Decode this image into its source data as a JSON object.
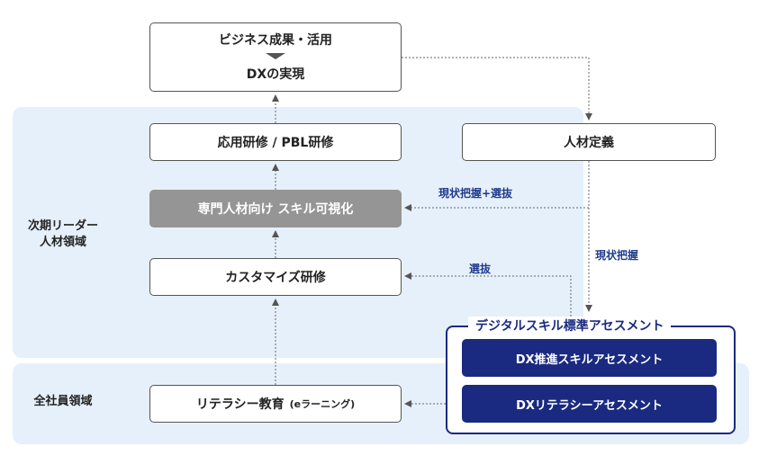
{
  "areas": {
    "leader": "次期リーダー\n人材領域",
    "all_staff": "全社員領域"
  },
  "boxes": {
    "outcome_line1": "ビジネス成果・活用",
    "outcome_line2": "DXの実現",
    "applied_training": "応用研修 / PBL研修",
    "skill_visualization": "専門人材向け スキル可視化",
    "custom_training": "カスタマイズ研修",
    "literacy_education": "リテラシー教育",
    "literacy_education_sub": "(eラーニング)",
    "talent_definition": "人材定義"
  },
  "edge_labels": {
    "grasp_and_select": "現状把握+選抜",
    "grasp": "現状把握",
    "select": "選抜"
  },
  "assessment": {
    "title": "デジタルスキル標準アセスメント",
    "promotion": "DX推進スキルアセスメント",
    "literacy": "DXリテラシーアセスメント"
  },
  "colors": {
    "band": "#e6f0fb",
    "navy": "#1a2a80",
    "gray_box": "#959595",
    "edge_label": "#1f3b8c"
  }
}
